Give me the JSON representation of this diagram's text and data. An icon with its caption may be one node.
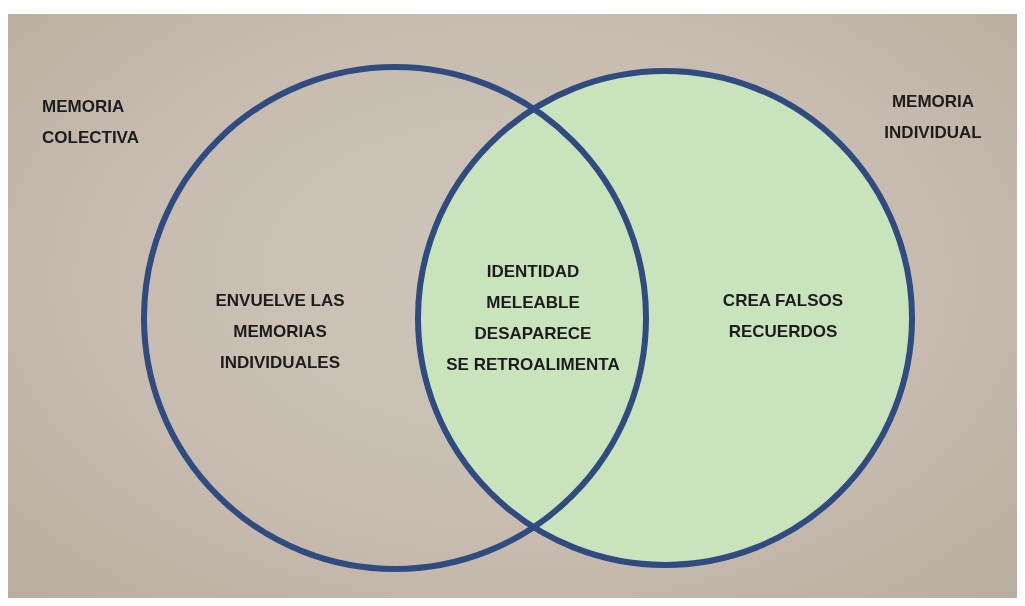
{
  "diagram": {
    "nodes": [
      {
        "text": [
          "MEMORIA COLECTIVA",
          "ENVUELVE LAS MEMORIAS INDIVIDUALES"
        ]
      },
      {
        "text": [
          "MEMORIA INDIVIDUAL",
          "CREA FALSOS RECUERDOS"
        ]
      }
    ],
    "edges": [],
    "labels": [
      "IDENTIDAD",
      "MELEABLE",
      "DESAPARECE",
      "SE RETROALIMENTA"
    ]
  }
}
